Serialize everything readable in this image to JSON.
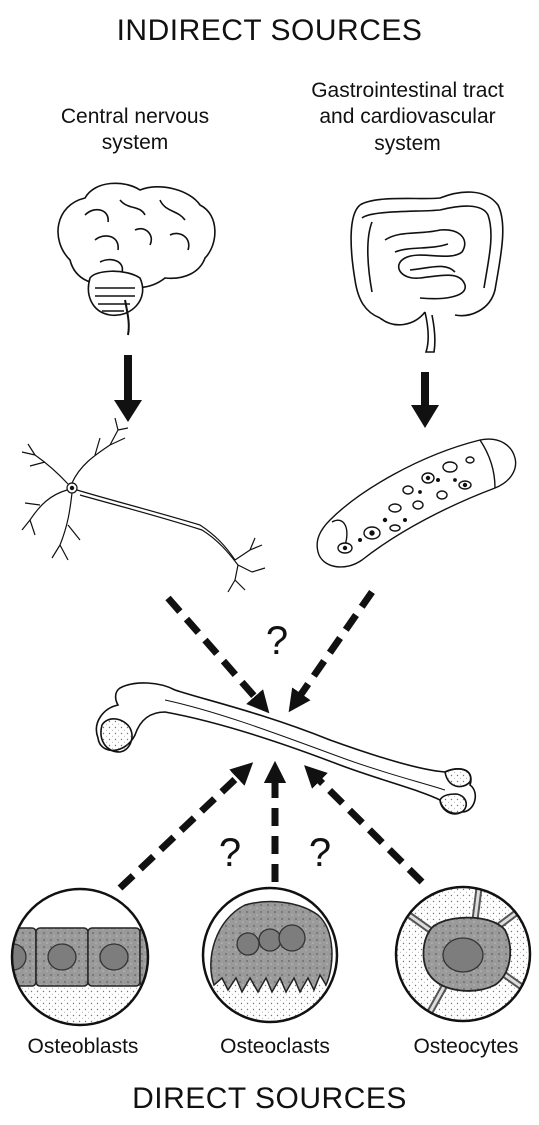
{
  "titles": {
    "indirect": "INDIRECT SOURCES",
    "direct": "DIRECT SOURCES"
  },
  "indirect_sources": [
    {
      "label_line1": "Central nervous",
      "label_line2": "system",
      "organ_icon": "brain-icon",
      "cell_icon": "neuron-icon"
    },
    {
      "label_line1": "Gastrointestinal tract",
      "label_line2": "and cardiovascular",
      "label_line3": "system",
      "organ_icon": "intestine-icon",
      "cell_icon": "blood-vessel-icon"
    }
  ],
  "center": {
    "icon": "femur-bone-icon",
    "question_mark": "?"
  },
  "direct_sources": [
    {
      "label": "Osteoblasts",
      "icon": "osteoblast-cell-icon"
    },
    {
      "label": "Osteoclasts",
      "icon": "osteoclast-cell-icon"
    },
    {
      "label": "Osteocytes",
      "icon": "osteocyte-cell-icon"
    }
  ]
}
